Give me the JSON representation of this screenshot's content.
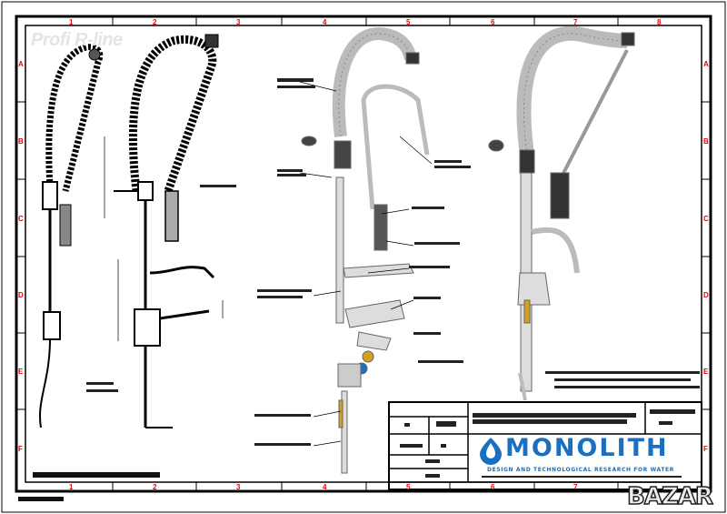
{
  "watermark": "Profi R-line",
  "grid": {
    "columns": [
      "1",
      "2",
      "3",
      "4",
      "5",
      "6",
      "7",
      "8"
    ],
    "rows": [
      "A",
      "B",
      "C",
      "D",
      "E",
      "F"
    ]
  },
  "title_block": {
    "company": "MONOLITH",
    "tagline": "DESIGN AND TECHNOLOGICAL RESEARCH FOR WATER"
  },
  "corner_watermark": "BAZAR",
  "colors": {
    "brand": "#1a6fc0",
    "grid_label": "#e00000",
    "frame": "#000000"
  }
}
